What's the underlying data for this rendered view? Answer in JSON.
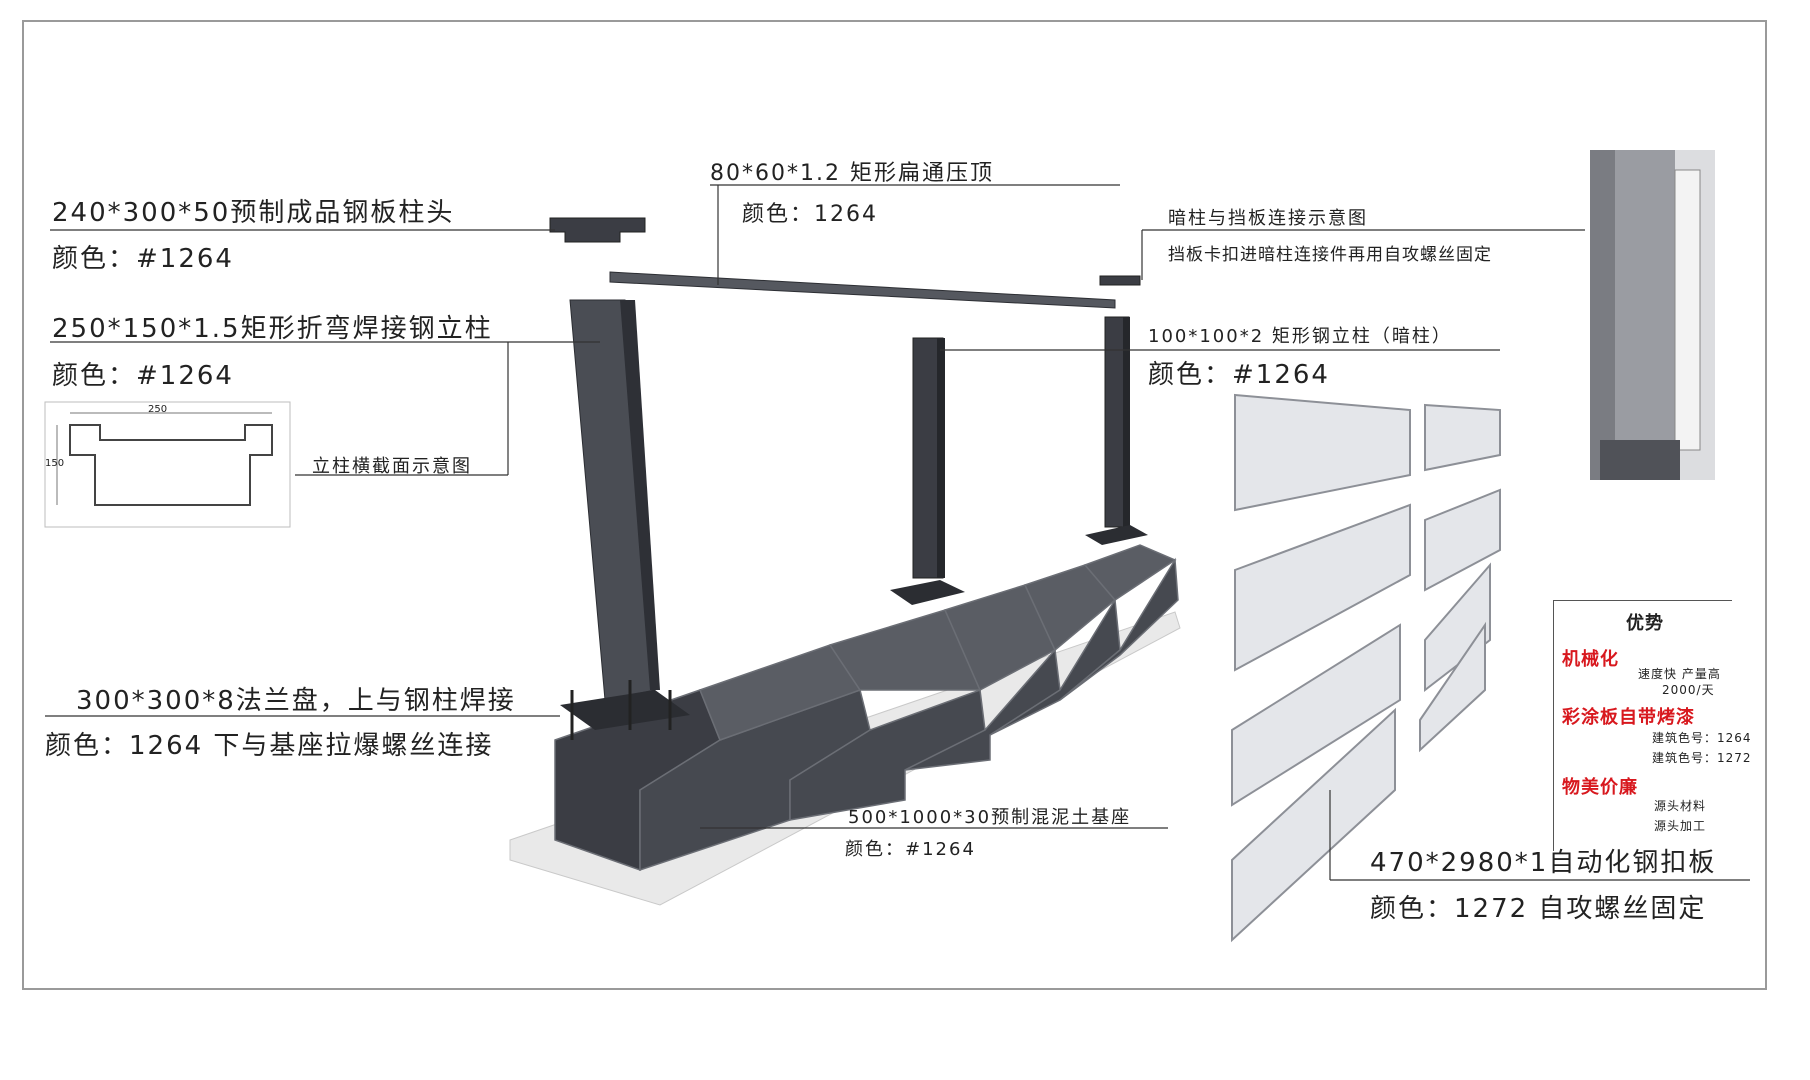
{
  "labels": {
    "cap_title": "240*300*50预制成品钢板柱头",
    "cap_color": "颜色：#1264",
    "column_title": "250*150*1.5矩形折弯焊接钢立柱",
    "column_color": "颜色：#1264",
    "section_caption": "立柱横截面示意图",
    "section_dim_w": "250",
    "section_dim_h": "150",
    "top_title": "80*60*1.2  矩形扁通压顶",
    "top_color": "颜色：1264",
    "hidden_title": "暗柱与挡板连接示意图",
    "hidden_desc": "挡板卡扣进暗柱连接件再用自攻螺丝固定",
    "hidden_col_title": "100*100*2  矩形钢立柱（暗柱）",
    "hidden_col_color": "颜色：#1264",
    "flange_title": "300*300*8法兰盘，上与钢柱焊接",
    "flange_color": "颜色：1264  下与基座拉爆螺丝连接",
    "base_title": "500*1000*30预制混泥土基座",
    "base_color": "颜色：#1264",
    "panel_title": "470*2980*1自动化钢扣板",
    "panel_color": "颜色：1272  自攻螺丝固定"
  },
  "advantages": {
    "title": "优势",
    "items": [
      {
        "heading": "机械化",
        "lines": [
          "速度快  产量高",
          "2000/天"
        ]
      },
      {
        "heading": "彩涂板自带烤漆",
        "lines": [
          "建筑色号：1264",
          "建筑色号：1272"
        ]
      },
      {
        "heading": "物美价廉",
        "lines": [
          "源头材料",
          "源头加工"
        ]
      }
    ]
  },
  "colors": {
    "steel_dark": "#3b3d44",
    "steel_mid": "#55585f",
    "panel_light": "#e4e6ea",
    "concrete": "#e9e9e9",
    "accent_red": "#d8181e"
  }
}
